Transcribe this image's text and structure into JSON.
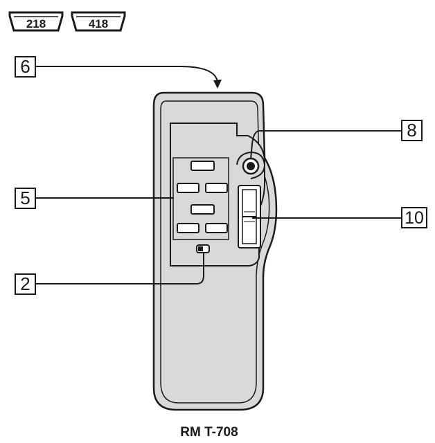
{
  "badges": [
    "218",
    "418"
  ],
  "callouts": [
    "6",
    "8",
    "5",
    "10",
    "2"
  ],
  "model_label": "RM T-708",
  "colors": {
    "body_fill": "#d9d9d9",
    "outline": "#1a1a1a",
    "badge_fill": "#ffffff",
    "leader": "#1a1a1a"
  }
}
